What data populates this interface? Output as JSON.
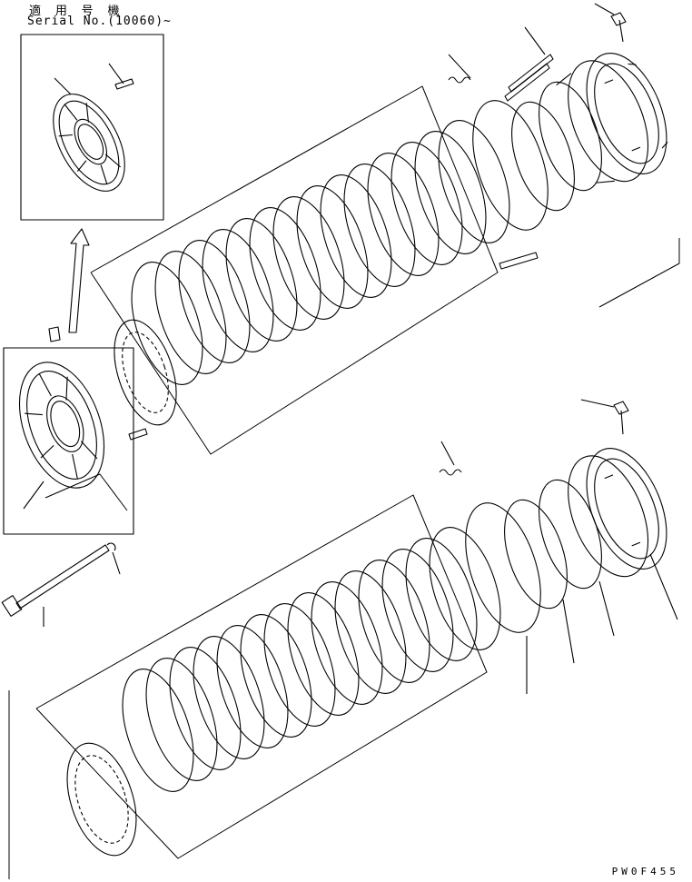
{
  "header": {
    "applicability_title": "適 用 号 機",
    "serial_note": "Serial No.(10060)~"
  },
  "footer": {
    "drawing_code": "PW0F455"
  }
}
